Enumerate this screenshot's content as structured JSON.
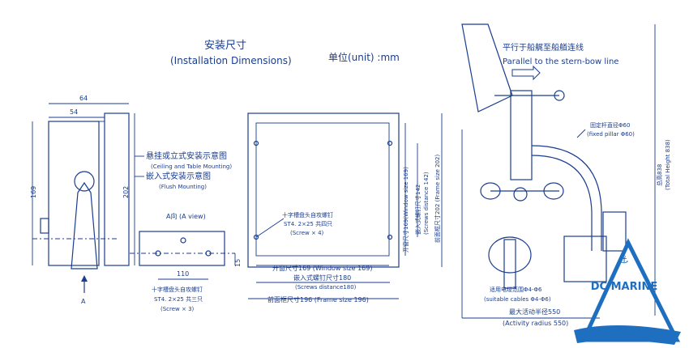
{
  "header": {
    "title_cn": "安装尺寸",
    "title_en": "(Installation Dimensions)",
    "unit": "单位(unit) :mm"
  },
  "side_view": {
    "dim_width_outer": "64",
    "dim_width_inner": "54",
    "dim_height_left": "169",
    "dim_height_right": "202",
    "label_a": "A"
  },
  "mounting_notes": {
    "ceiling_cn": "悬挂或立式安装示意图",
    "ceiling_en": "(Ceiling and Table Mounting)",
    "flush_cn": "嵌入式安装示意图",
    "flush_en": "(Flush Mounting)"
  },
  "a_view": {
    "title": "A向 (A view)",
    "dim_spacing": "110",
    "dim_height": "15",
    "screw_cn": "十字槽盘头自攻螺钉",
    "screw_spec": "ST4. 2×25 共三只",
    "screw_en": "(Screw × 3)"
  },
  "front_view": {
    "screw_cn": "十字槽盘头自攻螺钉",
    "screw_spec": "ST4. 2×25 共四只",
    "screw_en": "(Screw × 4)",
    "window_w": "开窗尺寸169 (Window size 169)",
    "screws_dist_cn": "嵌入式螺钉尺寸180",
    "screws_dist_en": "(Screws distance180)",
    "frame_w": "前面框尺寸196 (Frame size 196)",
    "window_h": "开窗尺寸169(Window size 169)",
    "screws_dist_v_cn": "嵌入式螺钉尺寸142",
    "screws_dist_v_en": "(Screws distance 142)",
    "frame_h": "前面框尺寸202 (Frame size 202)"
  },
  "sensor": {
    "parallel_cn": "平行于船艉至船艏连线",
    "parallel_en": "Parallel to the  stern-bow line",
    "pillar_cn": "固定杆直径Φ60",
    "pillar_en": "(fixed pillar Φ60)",
    "total_height_cn": "总高838",
    "total_height_en": "(Total Height 838)",
    "cable_cn": "适用电缆范围Φ4-Φ6",
    "cable_en": "(suitable cables Φ4-Φ6)",
    "radius_cn": "最大活动半径550",
    "radius_en": "(Activity radius  550)"
  },
  "logo": {
    "text": "DC MARINE"
  },
  "colors": {
    "line": "#1a3d8f",
    "logo_blue": "#1f6fc1",
    "fill_light": "#e6eef7"
  }
}
